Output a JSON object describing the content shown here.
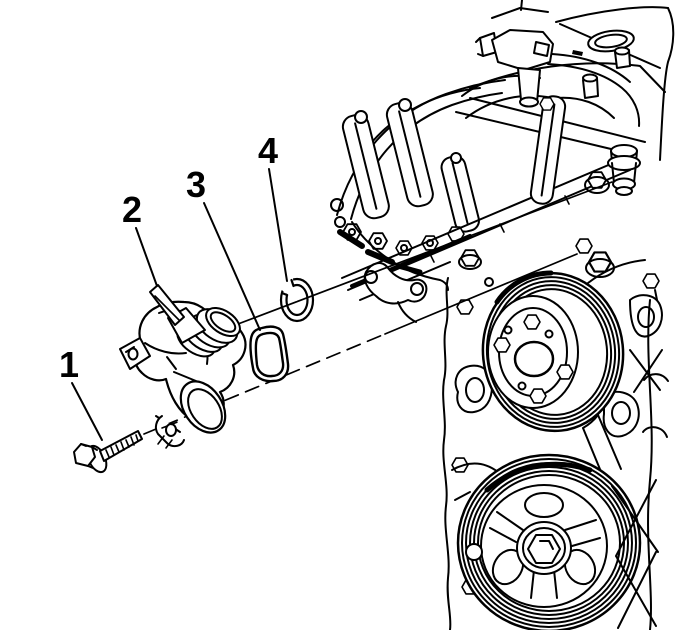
{
  "figure": {
    "background_color": "#ffffff",
    "line_color": "#000000",
    "callouts": [
      {
        "label": "1"
      },
      {
        "label": "2"
      },
      {
        "label": "3"
      },
      {
        "label": "4"
      }
    ]
  }
}
